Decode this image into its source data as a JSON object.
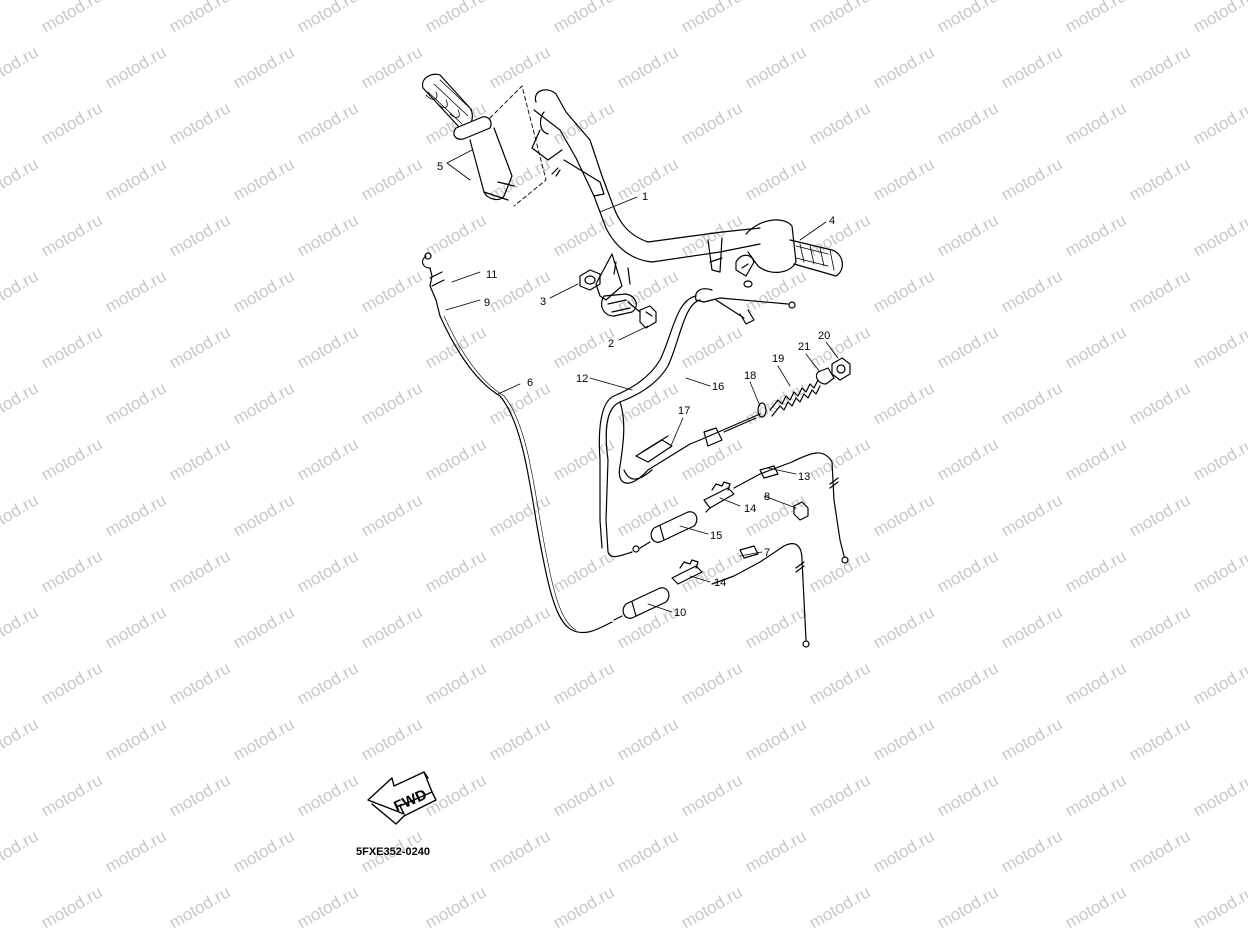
{
  "watermark": {
    "text": "motod.ru"
  },
  "diagram_code": "5FXE352-0240",
  "direction_arrow_label": "FWD",
  "callouts": [
    {
      "id": "c1",
      "text": "1"
    },
    {
      "id": "c2",
      "text": "2"
    },
    {
      "id": "c3",
      "text": "3"
    },
    {
      "id": "c4",
      "text": "4"
    },
    {
      "id": "c5",
      "text": "5"
    },
    {
      "id": "c6",
      "text": "6"
    },
    {
      "id": "c7",
      "text": "7"
    },
    {
      "id": "c8",
      "text": "8"
    },
    {
      "id": "c9",
      "text": "9"
    },
    {
      "id": "c10",
      "text": "10"
    },
    {
      "id": "c11",
      "text": "11"
    },
    {
      "id": "c12",
      "text": "12"
    },
    {
      "id": "c13",
      "text": "13"
    },
    {
      "id": "c14a",
      "text": "14"
    },
    {
      "id": "c14b",
      "text": "14"
    },
    {
      "id": "c15",
      "text": "15"
    },
    {
      "id": "c16",
      "text": "16"
    },
    {
      "id": "c17",
      "text": "17"
    },
    {
      "id": "c18",
      "text": "18"
    },
    {
      "id": "c19",
      "text": "19"
    },
    {
      "id": "c20",
      "text": "20"
    },
    {
      "id": "c21",
      "text": "21"
    }
  ]
}
